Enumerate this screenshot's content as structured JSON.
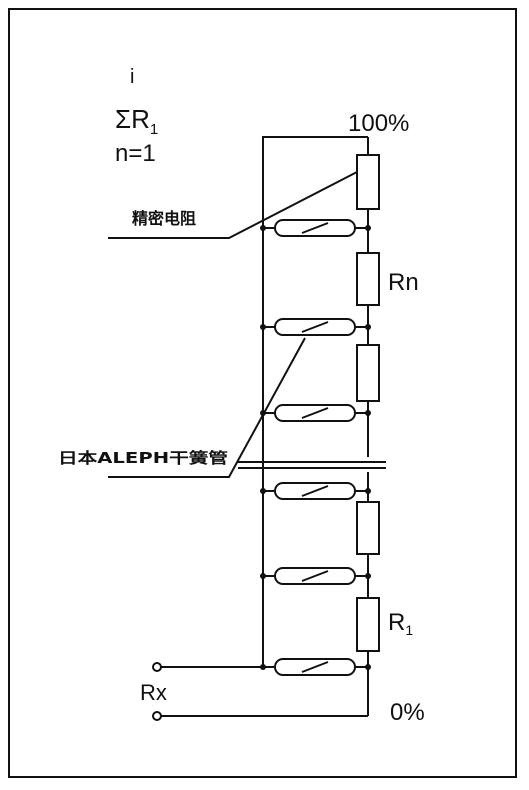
{
  "formula": {
    "upper_limit": "i",
    "operator": "ΣR",
    "subscript": "1",
    "lower_limit": "n=1"
  },
  "labels": {
    "top_percent": "100%",
    "bottom_percent": "0%",
    "resistor_n": "Rn",
    "resistor_1": "R",
    "resistor_1_subscript": "1",
    "rx": "Rx",
    "precision_resistor": "精密电阻",
    "reed_switch": "日本ALEPH干簧管"
  },
  "colors": {
    "line": "#111111",
    "background": "#ffffff"
  }
}
